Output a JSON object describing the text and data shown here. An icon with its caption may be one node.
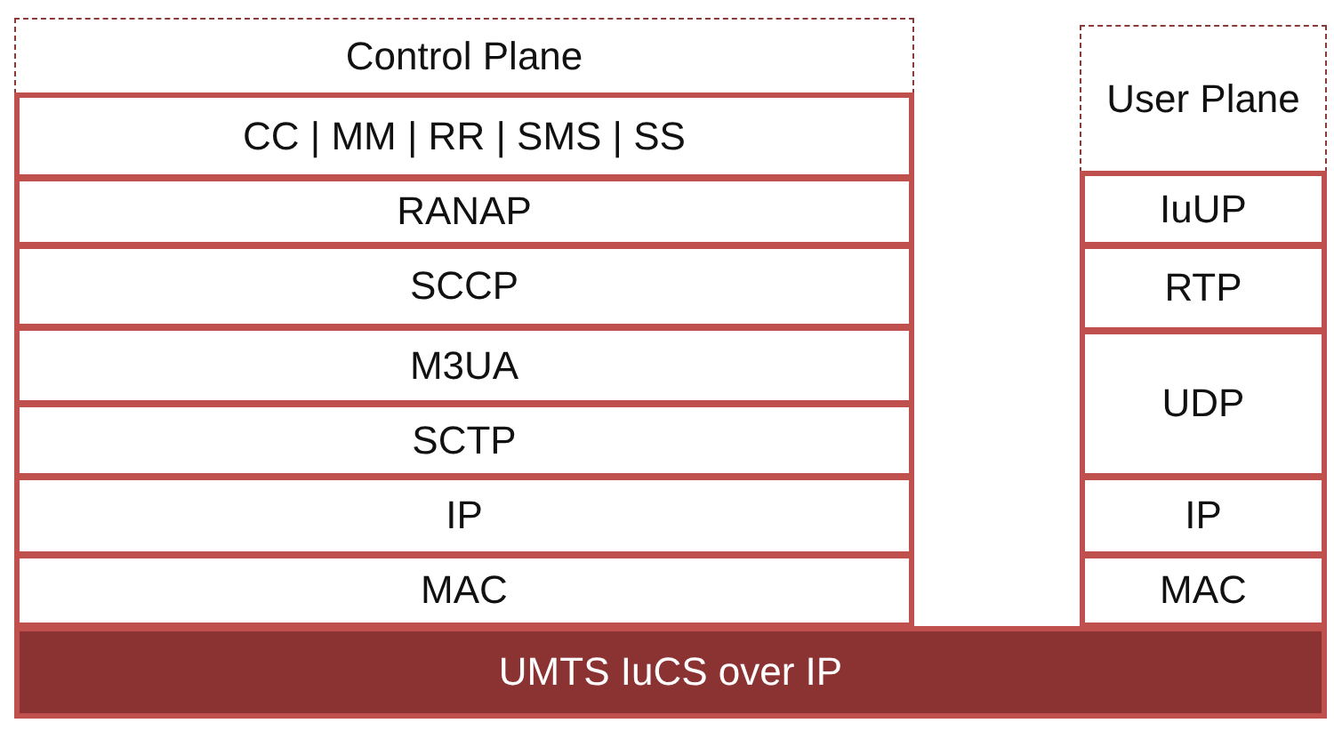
{
  "diagram": {
    "nodes": [
      {
        "text": [
          "Control Plane"
        ]
      },
      {
        "text": [
          "CC | MM | RR | SMS | SS"
        ]
      },
      {
        "text": [
          "RANAP"
        ]
      },
      {
        "text": [
          "SCCP"
        ]
      },
      {
        "text": [
          "M3UA"
        ]
      },
      {
        "text": [
          "SCTP"
        ]
      },
      {
        "text": [
          "IP"
        ]
      },
      {
        "text": [
          "MAC"
        ]
      },
      {
        "text": [
          "User Plane"
        ]
      },
      {
        "text": [
          "IuUP"
        ]
      },
      {
        "text": [
          "RTP"
        ]
      },
      {
        "text": [
          "UDP"
        ]
      },
      {
        "text": [
          "IP"
        ]
      },
      {
        "text": [
          "MAC"
        ]
      },
      {
        "text": [
          "UMTS IuCS over IP"
        ]
      }
    ]
  }
}
